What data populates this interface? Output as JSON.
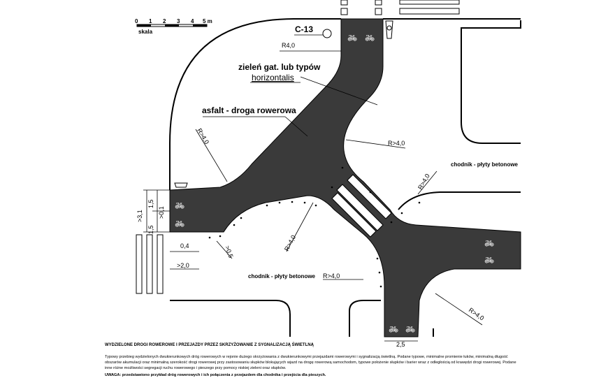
{
  "scale": {
    "ticks": [
      "0",
      "1",
      "2",
      "3",
      "4",
      "5 m"
    ],
    "label": "skala"
  },
  "labels": {
    "sign": "C-13",
    "greenery": "zieleń gat. lub typów",
    "greenery_sub": "horizontalis",
    "asphalt": "asfalt - droga rowerowa",
    "sidewalk_right": "chodnik - płyty betonowe",
    "sidewalk_bottom": "chodnik - płyty betonowe"
  },
  "dimensions": {
    "r_top": "R4,0",
    "r_left": "R>4,0",
    "r_mid": "R>4,0",
    "r_right": "R>4,0",
    "r_center": "R>4,0",
    "r_bottom": "R>4,0",
    "r_bottom_right": "R>4,0",
    "v_total": ">3,1",
    "v_a": "1,5",
    "v_b": ">0,1",
    "v_c": "1,5",
    "d_04": "0,4",
    "d_05": ">0,5",
    "d_20": ">2,0",
    "d_25": "2,5"
  },
  "caption": {
    "title": "WYDZIELONE DROGI ROWEROWE I PRZEJAZDY PRZEZ SKRZYŻOWANIE Z SYGNALIZACJĄ ŚWIETLNĄ",
    "body": "Typowy przebieg wydzielonych dwukierunkowych dróg rowerowych w rejonie dużego skrzyżowania z dwukierunkowymi przejazdami rowerowymi i sygnalizacją świetlną. Podane typowe, minimalne promienie łuków, minimalną długość obszarów akumulacji oraz minimalną szerokość drogi rowerowej przy zastosowaniu słupków blokujących wjazd na drogę rowerową samochodom, typowe położenie słupków i barier wraz z odległością od krawędzi drogi rowerowej. Podane inne różne możliwości segregacji ruchu rowerowego i pieszego przy pomocy niskiej zieleni oraz słupków.",
    "body2": "UWAGA: przedstawiono przykład dróg rowerowych i ich połączenia z przejazdem dla chodnika i przejścia dla pieszych."
  }
}
